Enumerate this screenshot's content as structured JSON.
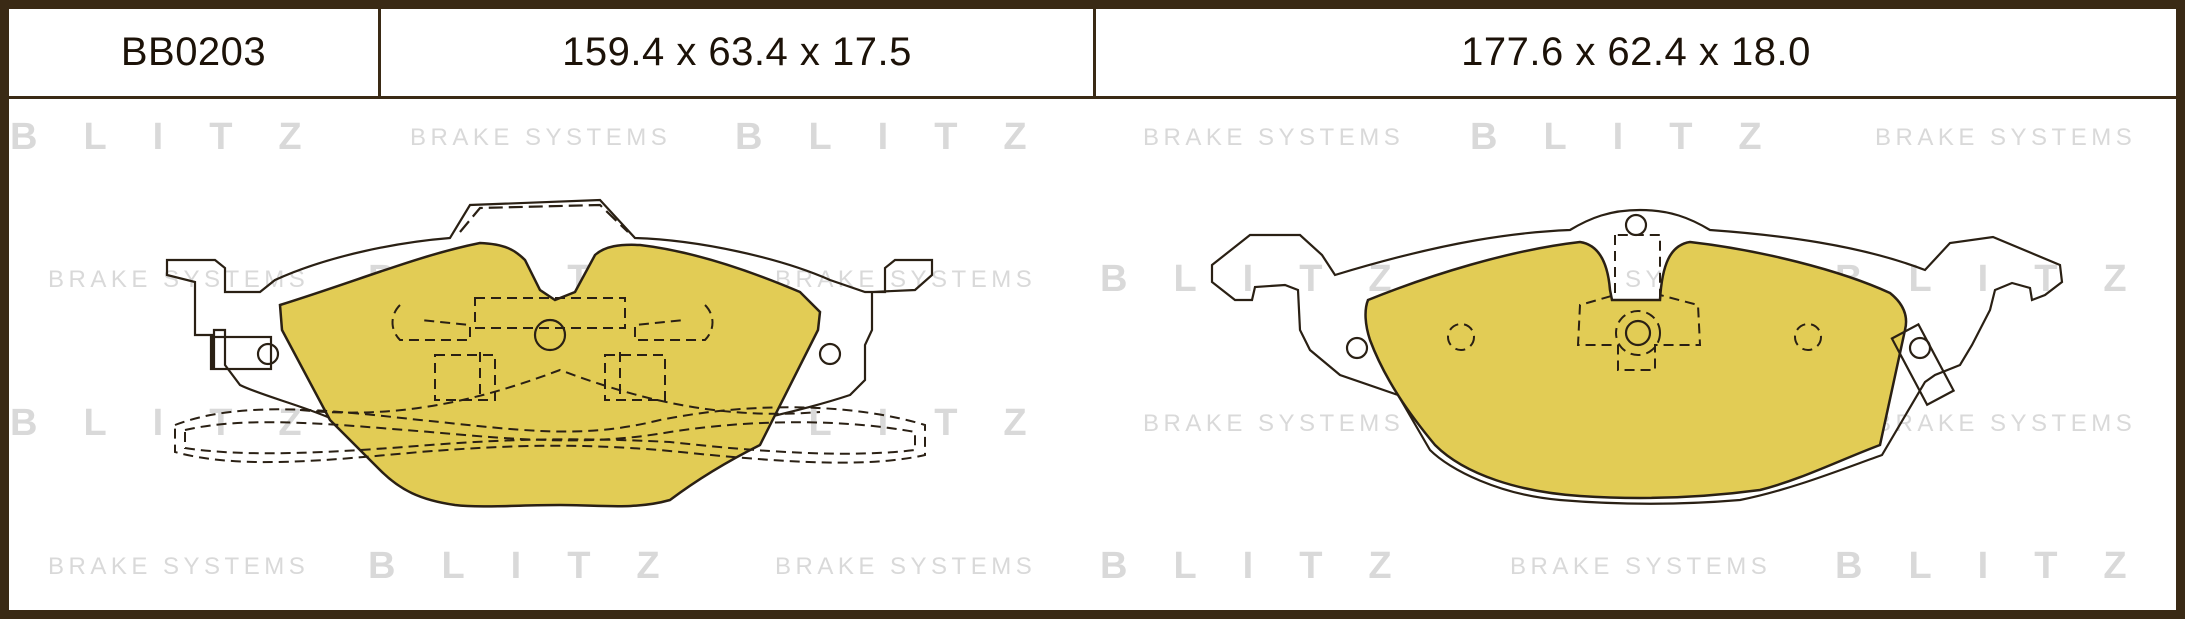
{
  "header": {
    "code": "BB0203",
    "dimension_1": "159.4 x 63.4 x 17.5",
    "dimension_2": "177.6 x 62.4 x 18.0"
  },
  "watermark": {
    "blitz": "BLITZ",
    "brake_systems": "BRAKE SYSTEMS"
  },
  "colors": {
    "frame": "#3a2a15",
    "pad_fill": "#e2cc55",
    "outline": "#2a2014",
    "watermark": "#d9d9d9"
  },
  "icons": [
    "brake-pad-drawing-1",
    "brake-pad-drawing-2"
  ]
}
